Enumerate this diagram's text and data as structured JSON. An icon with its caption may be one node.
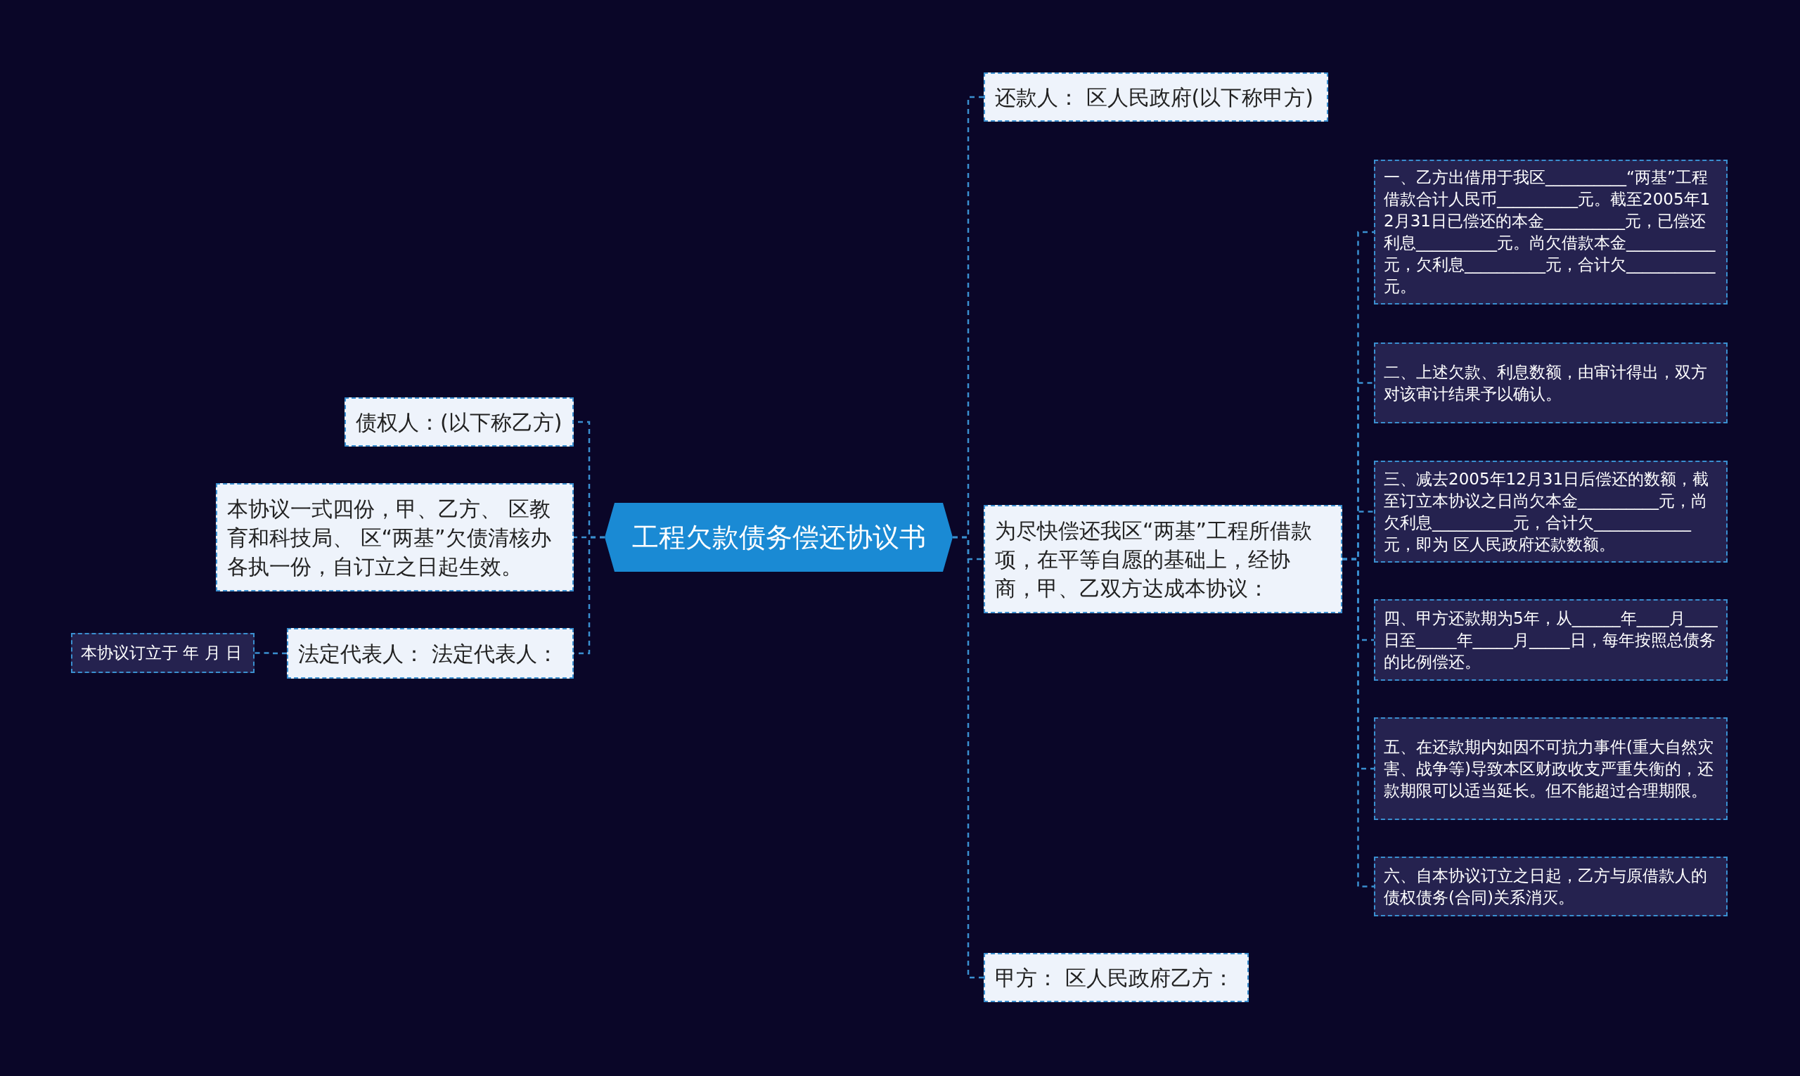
{
  "diagram": {
    "nodes": [
      {
        "text": [
          "工程欠款债务偿还协议书"
        ]
      },
      {
        "text": [
          "还款人： 区人民政府(以下称甲方)"
        ]
      },
      {
        "text": [
          "为尽快偿还我区“两基”工程所借款项，在平等自愿的基础上，经协商，甲、乙双方达成本协议："
        ]
      },
      {
        "text": [
          "一、乙方出借用于我区__________“两基”工程借款合计人民币__________元。截至2005年12月31日已偿还的本金__________元，已偿还利息__________元。尚欠借款本金___________元，欠利息__________元，合计欠___________元。"
        ]
      },
      {
        "text": [
          "二、上述欠款、利息数额，由审计得出，双方对该审计结果予以确认。"
        ]
      },
      {
        "text": [
          "三、减去2005年12月31日后偿还的数额，截至订立本协议之日尚欠本金__________元，尚欠利息__________元，合计欠____________元，即为 区人民政府还款数额。"
        ]
      },
      {
        "text": [
          "四、甲方还款期为5年，从______年____月____日至_____年_____月_____日，每年按照总债务的比例偿还。"
        ]
      },
      {
        "text": [
          "五、在还款期内如因不可抗力事件(重大自然灾害、战争等)导致本区财政收支严重失衡的，还款期限可以适当延长。但不能超过合理期限。"
        ]
      },
      {
        "text": [
          "六、自本协议订立之日起，乙方与原借款人的债权债务(合同)关系消灭。"
        ]
      },
      {
        "text": [
          "甲方： 区人民政府乙方："
        ]
      },
      {
        "text": [
          "债权人：(以下称乙方)"
        ]
      },
      {
        "text": [
          "本协议一式四份，甲、乙方、 区教育和科技局、 区“两基”欠债清核办各执一份，自订立之日起生效。"
        ]
      },
      {
        "text": [
          "法定代表人： 法定代表人："
        ]
      },
      {
        "text": [
          "本协议订立于 年 月 日"
        ]
      }
    ],
    "edges": [
      {
        "from": 0,
        "to": 1,
        "arrow": "none"
      },
      {
        "from": 0,
        "to": 2,
        "arrow": "none"
      },
      {
        "from": 2,
        "to": 3,
        "arrow": "none"
      },
      {
        "from": 2,
        "to": 4,
        "arrow": "none"
      },
      {
        "from": 2,
        "to": 5,
        "arrow": "none"
      },
      {
        "from": 2,
        "to": 6,
        "arrow": "none"
      },
      {
        "from": 2,
        "to": 7,
        "arrow": "none"
      },
      {
        "from": 2,
        "to": 8,
        "arrow": "none"
      },
      {
        "from": 0,
        "to": 9,
        "arrow": "none"
      },
      {
        "from": 0,
        "to": 10,
        "arrow": "none"
      },
      {
        "from": 0,
        "to": 11,
        "arrow": "none"
      },
      {
        "from": 0,
        "to": 12,
        "arrow": "none"
      },
      {
        "from": 12,
        "to": 13,
        "arrow": "none"
      }
    ]
  }
}
